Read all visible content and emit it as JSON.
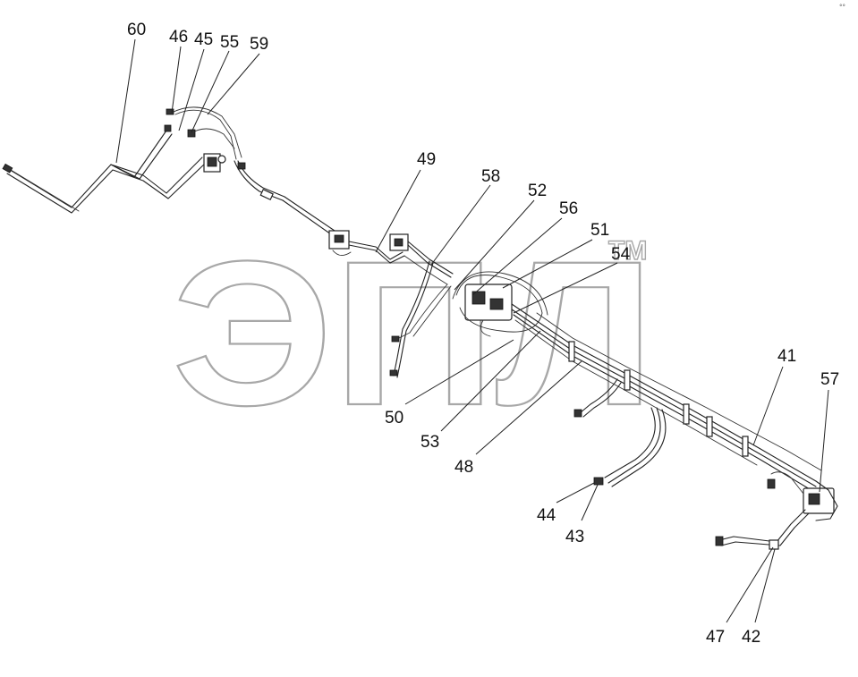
{
  "watermark": {
    "brand": "ЭПЛ",
    "trademark": "TM"
  },
  "corner_mark": "°°",
  "labels": [
    "60",
    "46",
    "45",
    "55",
    "59",
    "49",
    "58",
    "52",
    "56",
    "51",
    "54",
    "50",
    "53",
    "48",
    "44",
    "43",
    "41",
    "57",
    "47",
    "42"
  ]
}
